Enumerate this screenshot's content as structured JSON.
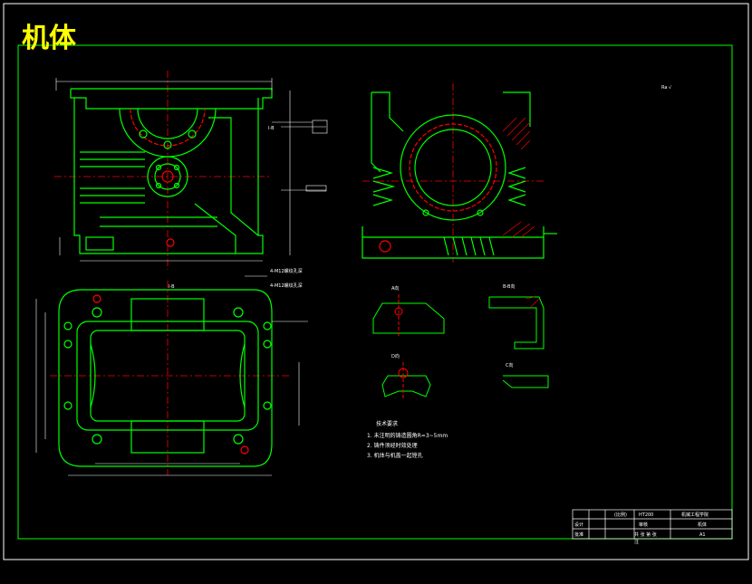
{
  "drawing": {
    "title": "机体",
    "colors": {
      "background": "#000000",
      "outline": "#00ff00",
      "dimension": "#ffffff",
      "centerline": "#ff0000",
      "title": "#ffff00",
      "hatch": "#ff0000"
    }
  },
  "views": {
    "view_a_label": "A向",
    "view_bb_label": "B-B向",
    "view_c_label": "C向",
    "view_d_label": "D向",
    "section_left": "I-B",
    "section_top": "I-B",
    "roughness_mark": "Ra √"
  },
  "notes": {
    "heading": "技术要求",
    "items": [
      "1. 未注明的铸造圆角R=3~5mm",
      "2. 铸件须经时效处理",
      "3. 机体与机盖一起镗孔"
    ]
  },
  "title_block": {
    "material": "HT200",
    "school": "机械工程学院",
    "part_name": "机体",
    "designer_label": "设计",
    "check_label": "审核",
    "approve_label": "批准",
    "scale": "(比例)",
    "sheet_label": "共 张 第 张",
    "drawing_size": "A1",
    "note_label": "注"
  },
  "callouts": {
    "bolt_holes_1": "4-M12螺纹孔深",
    "bolt_holes_2": "4-M12螺纹孔深"
  }
}
